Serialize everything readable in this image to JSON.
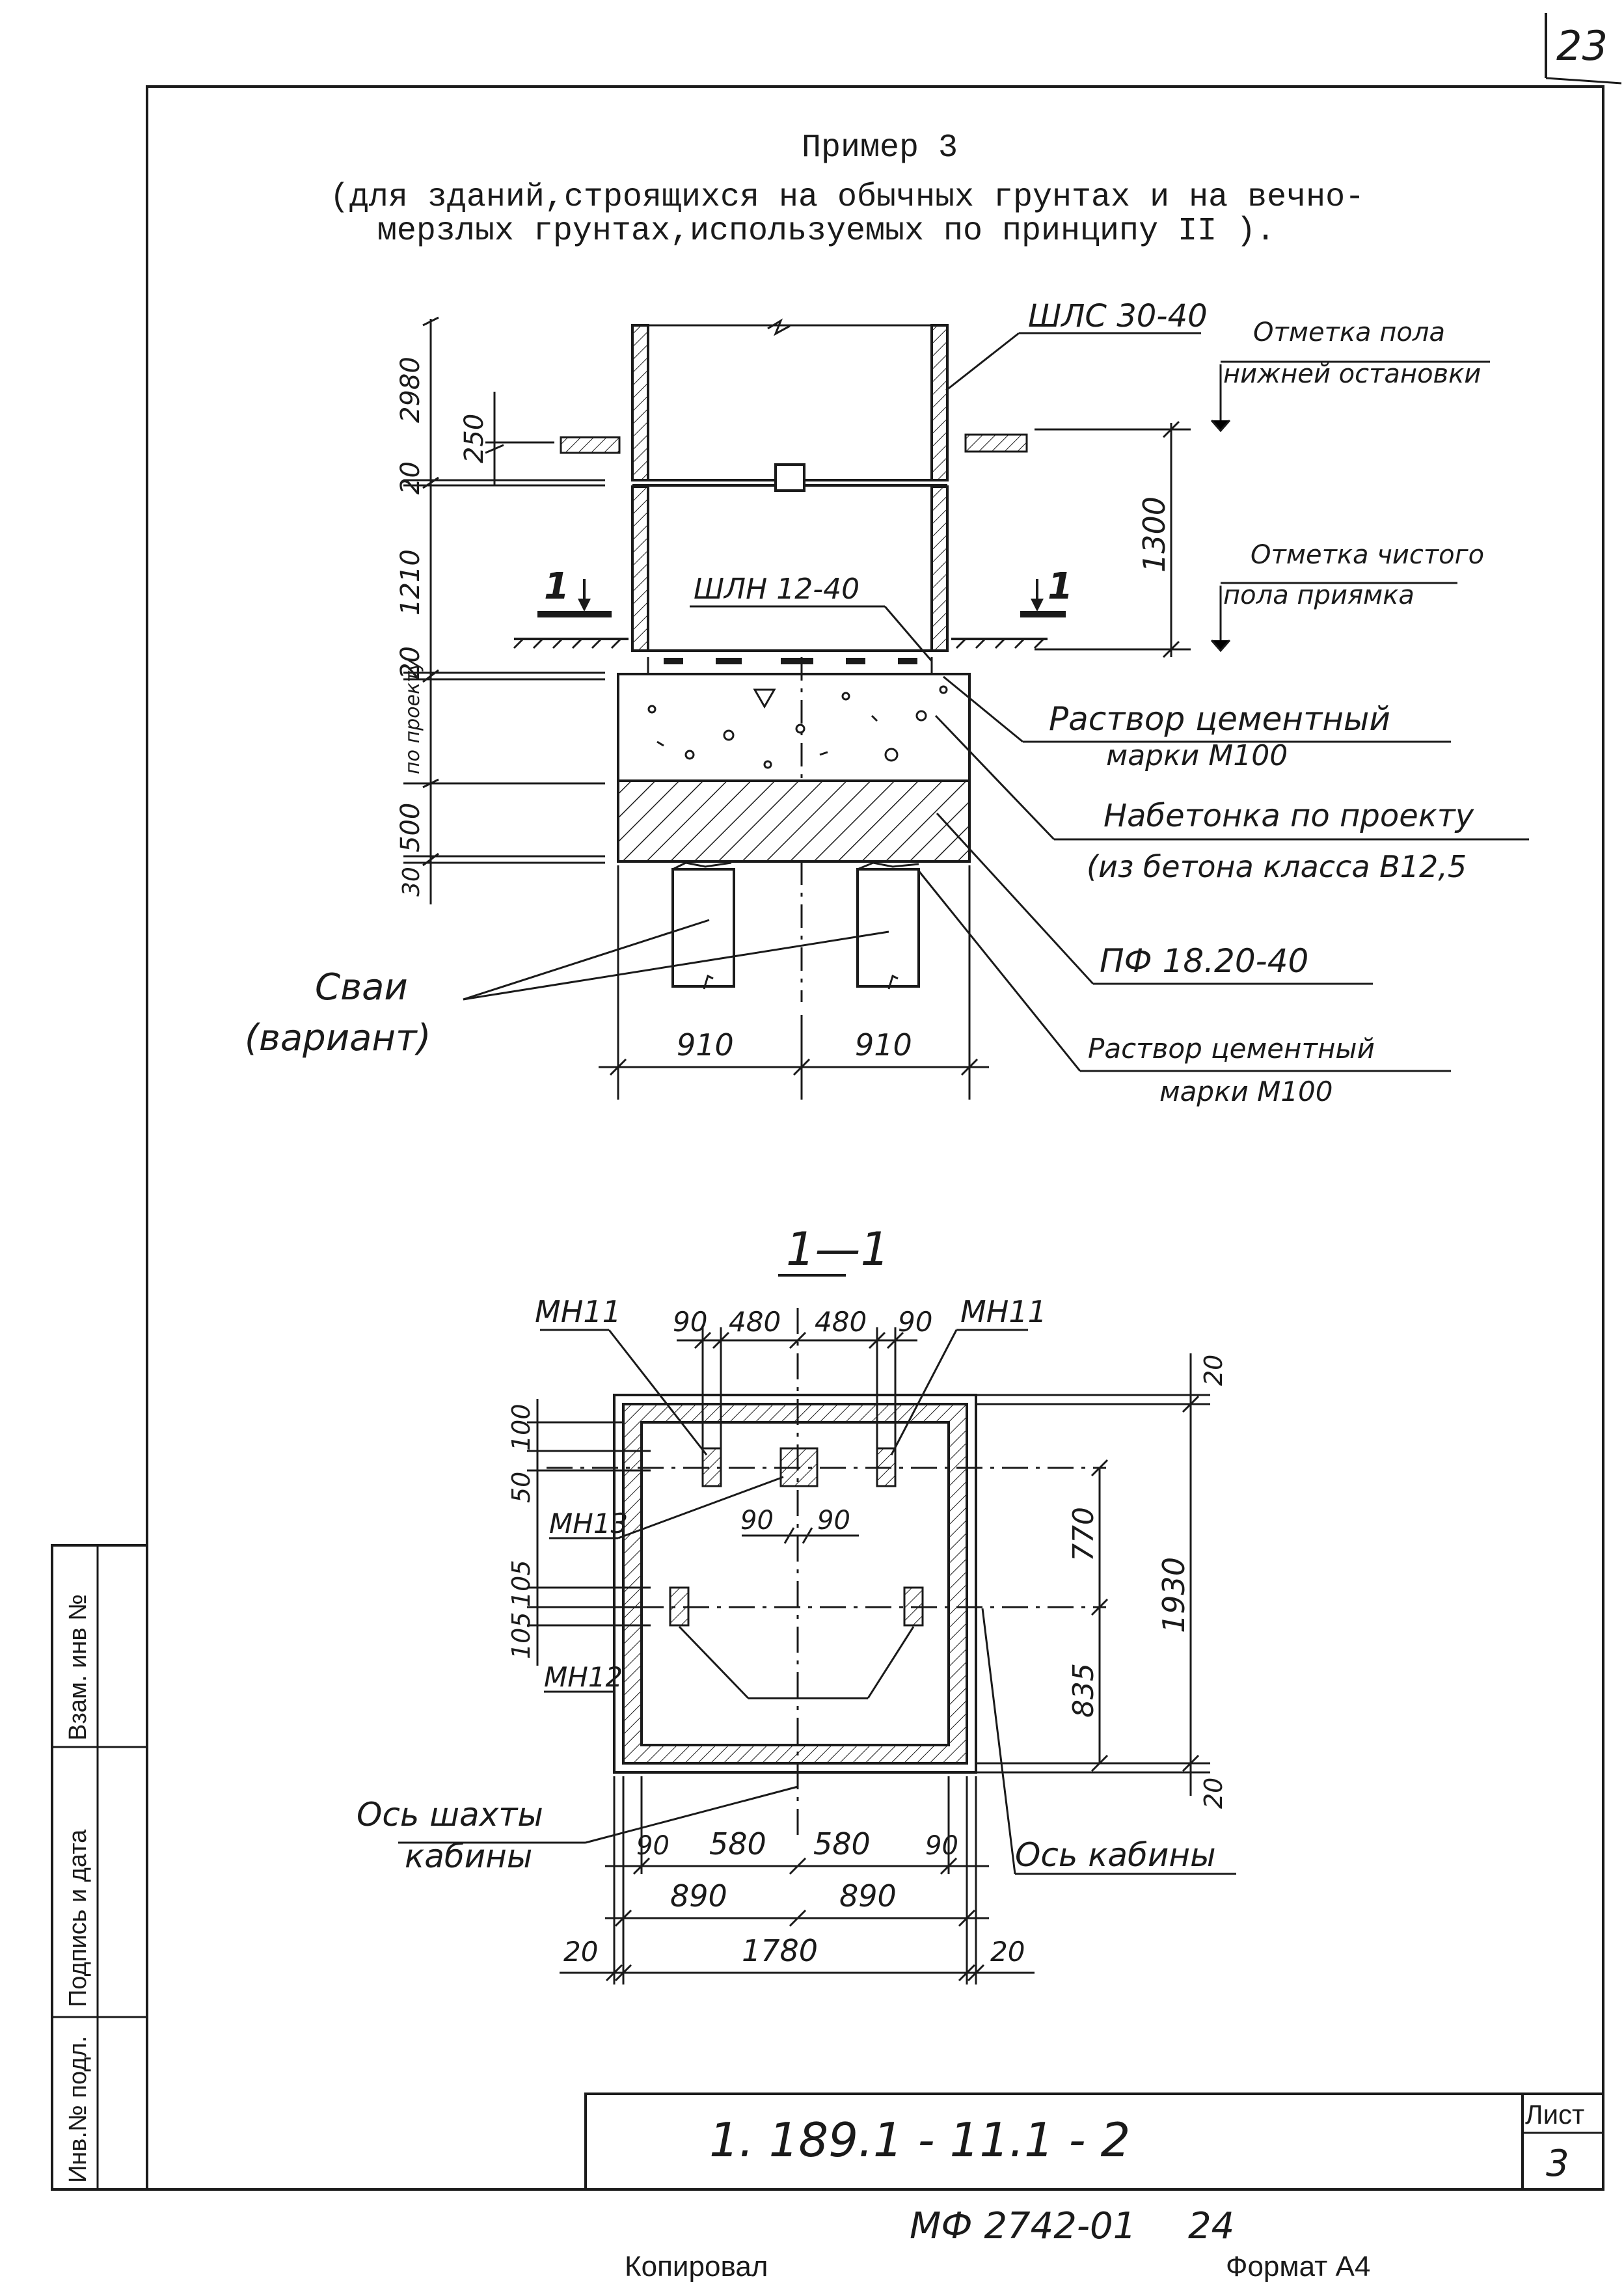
{
  "sheet_number": "23",
  "heading": {
    "title": "Пример 3",
    "line1": "(для зданий,строящихся на обычных грунтах и на вечно-",
    "line2": "мерзлых грунтах,используемых по принципу II )."
  },
  "elevation": {
    "shaft_block": "ШЛС 30-40",
    "bottom_block": "ШЛН 12-40",
    "floor_lower_stop": [
      "Отметка пола",
      "нижней остановки"
    ],
    "pit_floor": [
      "Отметка чистого",
      "пола приямка"
    ],
    "mortar_top": [
      "Раствор цементный",
      "марки М100"
    ],
    "concrete_pad": [
      "Набетонка по проекту",
      "(из бетона класса В12,5"
    ],
    "slab": "ПФ 18.20-40",
    "mortar_bottom": [
      "Раствор цементный",
      "марки М100"
    ],
    "piles": [
      "Сваи",
      "(вариант)"
    ],
    "section_mark": "1",
    "dims_left": [
      "2980",
      "250",
      "20",
      "1210",
      "20",
      "по проекту",
      "500",
      "30"
    ],
    "dim_right": "1300",
    "dims_bottom": [
      "910",
      "910"
    ]
  },
  "plan": {
    "title": "1—1",
    "mn11": "МН11",
    "mn13": "МН13",
    "mn12": "МН12",
    "top_dims": [
      "90",
      "480",
      "480",
      "90"
    ],
    "mid_dims": [
      "90",
      "90"
    ],
    "left_dims": [
      "100",
      "50",
      "105",
      "105"
    ],
    "right_dims": [
      "20",
      "770",
      "1930",
      "835",
      "20"
    ],
    "shaft_axis": [
      "Ось шахты",
      "кабины"
    ],
    "cabin_axis": "Ось кабины",
    "bottom_row1": [
      "90",
      "580",
      "580",
      "90"
    ],
    "bottom_row2": [
      "890",
      "890"
    ],
    "bottom_row3": [
      "20",
      "1780",
      "20"
    ]
  },
  "side_stamp": [
    "Инв.№ подл.",
    "Подпись и дата",
    "Взам. инв №"
  ],
  "title_block": {
    "doc_code": "1. 189.1 - 11.1 - 2",
    "sheet_label": "Лист",
    "sheet_value": "3"
  },
  "footer": {
    "code": "МФ 2742-01",
    "num": "24",
    "copied": "Копировал",
    "format": "Формат А4"
  }
}
